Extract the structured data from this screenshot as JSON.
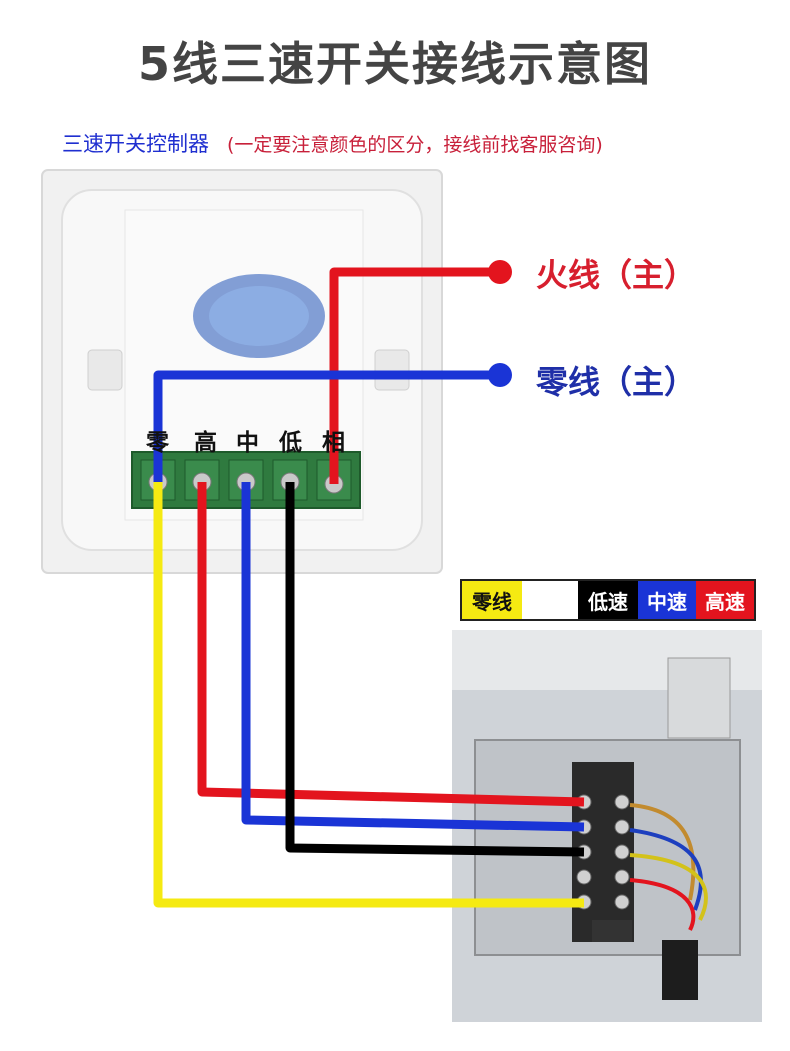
{
  "title": "5线三速开关接线示意图",
  "subtitle": {
    "main": "三速开关控制器",
    "note": "(一定要注意颜色的区分，接线前找客服咨询)"
  },
  "labels": {
    "fire": "火线（主）",
    "zero": "零线（主）"
  },
  "terminals": [
    "零",
    "高",
    "中",
    "低",
    "相"
  ],
  "legend": {
    "zero": "零线",
    "low": "低速",
    "mid": "中速",
    "high": "高速"
  },
  "colors": {
    "fire": "#e3141e",
    "zero_main": "#1a34d6",
    "neutral_wire": "#f5ea12",
    "high": "#e3141e",
    "mid": "#1a34d6",
    "low": "#000000"
  }
}
